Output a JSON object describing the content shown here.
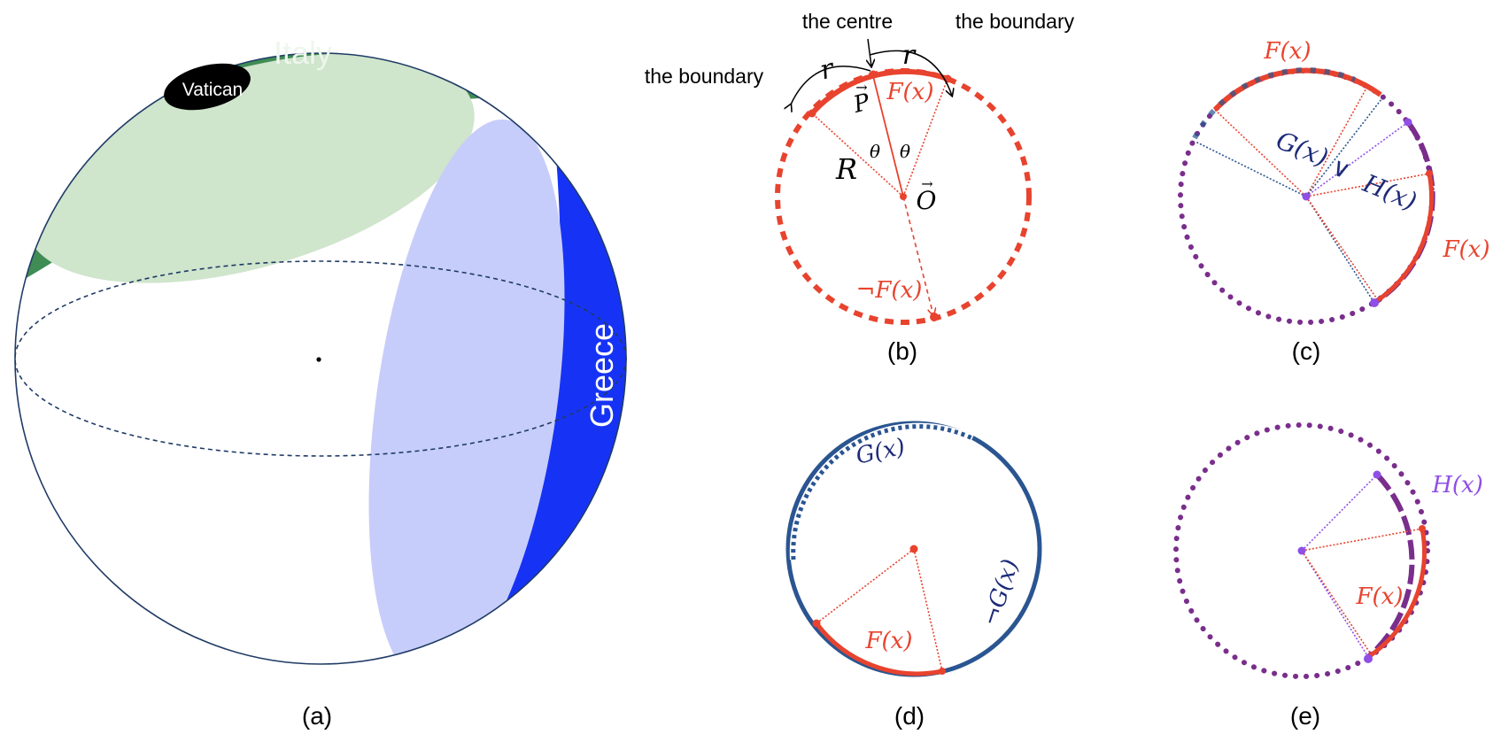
{
  "panels": {
    "a": {
      "caption": "(a)",
      "italy_label": "Italy",
      "vatican_label": "Vatican",
      "greece_label": "Greece"
    },
    "b": {
      "caption": "(b)",
      "centre_label": "the centre",
      "boundary_left_label": "the boundary",
      "boundary_right_label": "the boundary",
      "r_left": "r",
      "r_right": "r",
      "p_label": "P",
      "vec_arrow": "→",
      "o_label": "O",
      "big_r_label": "R",
      "theta_left": "θ",
      "theta_right": "θ",
      "f_label": "F(x)",
      "not_f_label": "¬F(x)"
    },
    "c": {
      "caption": "(c)",
      "f_top_label": "F(x)",
      "f_right_label": "F(x)",
      "g_label": "G(x)",
      "or_symbol": "∨",
      "h_label": "H(x)"
    },
    "d": {
      "caption": "(d)",
      "g_label": "G(x)",
      "not_g_label": "¬G(x)",
      "f_label": "F(x)"
    },
    "e": {
      "caption": "(e)",
      "h_label": "H(x)",
      "f_label": "F(x)"
    }
  },
  "colors": {
    "sphere_outline": "#1f3b66",
    "italy_dark": "#3f8c55",
    "italy_light": "#cfe5cc",
    "vatican": "#000000",
    "greece_dark": "#1633f5",
    "greece_light": "#c7cdfa",
    "f_red": "#e8432e",
    "g_blue": "#2a5591",
    "h_purple": "#7a2e8c",
    "h_violet": "#8f4fe6",
    "navy_text": "#1d2a78"
  }
}
